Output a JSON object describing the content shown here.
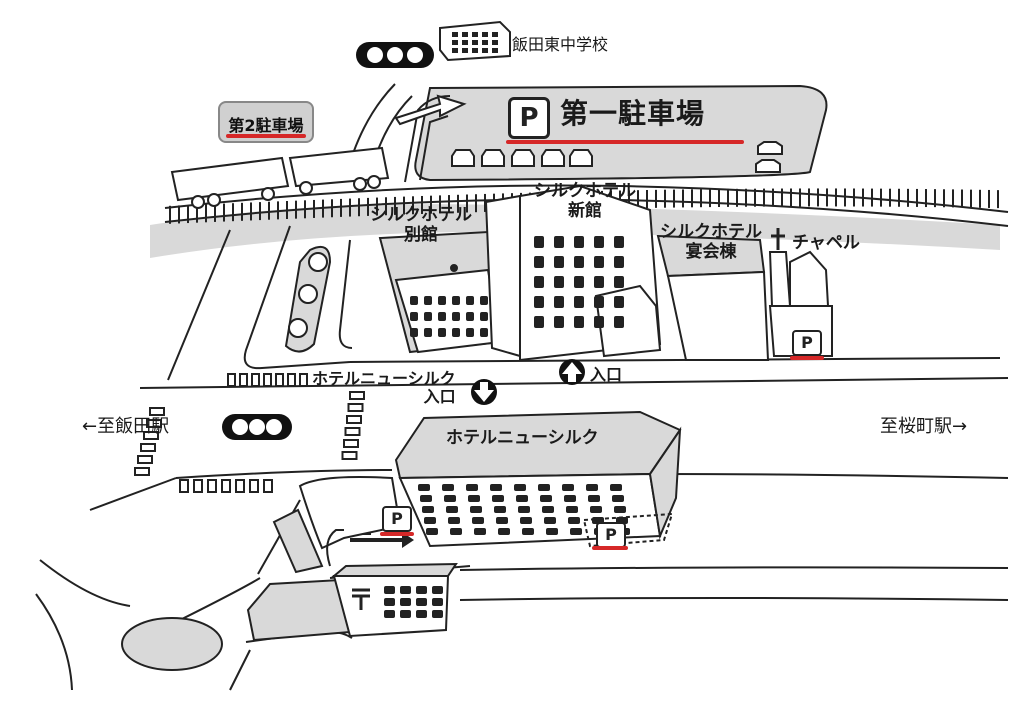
{
  "labels": {
    "school": "飯田東中学校",
    "parking_1": "第一駐車場",
    "parking_2": "第2駐車場",
    "annex": "シルクホテル\n別館",
    "new_wing": "シルクホテル\n新館",
    "banquet": "シルクホテル\n宴会棟",
    "chapel": "チャペル",
    "entrance_silk": "入口",
    "entrance_newsilk": "ホテルニューシルク\n入口",
    "hotel_newsilk": "ホテルニューシルク",
    "to_iida": "←至飯田駅",
    "to_sakuramachi": "至桜町駅→",
    "parking_symbol": "P"
  },
  "colors": {
    "accent_red": "#d62828",
    "gray_fill": "#d9d9d9",
    "ink": "#1a1a1a"
  },
  "icons": [
    "traffic-light-icon",
    "arrow-up-icon",
    "arrow-down-icon",
    "post-office-icon",
    "car-icon",
    "bus-icon",
    "tree-icon",
    "cross-icon"
  ]
}
